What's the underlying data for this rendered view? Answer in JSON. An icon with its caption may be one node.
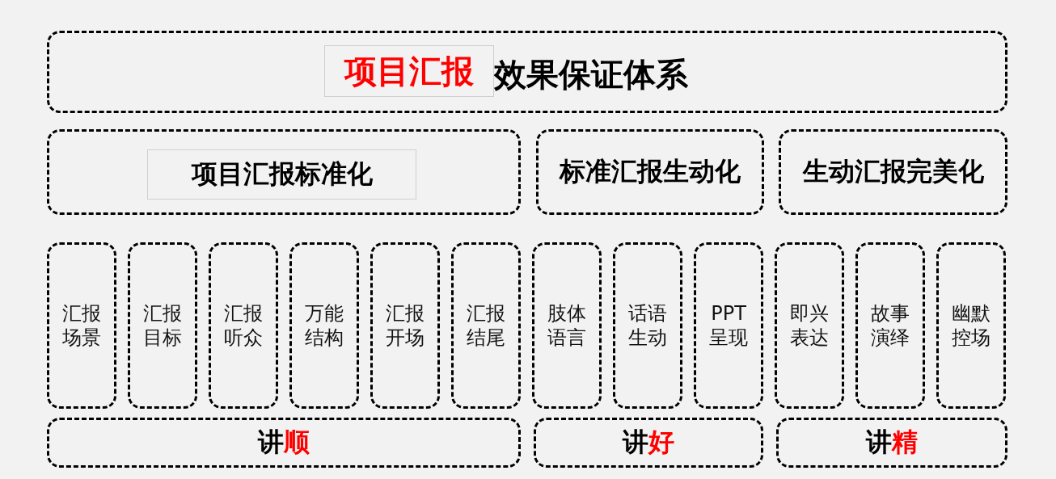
{
  "diagram": {
    "nodes": [
      {
        "text": [
          "效果保证体系"
        ]
      },
      {
        "text": [
          "项目汇报"
        ],
        "in": 0
      },
      {
        "text": [],
        "shape": "box"
      },
      {
        "text": [
          "项目汇报标准化"
        ],
        "in": 2
      },
      {
        "text": [
          "标准汇报生动化"
        ]
      },
      {
        "text": [
          "生动汇报完美化"
        ]
      },
      {
        "text": [
          "汇报场景"
        ]
      },
      {
        "text": [
          "汇报目标"
        ]
      },
      {
        "text": [
          "汇报听众"
        ]
      },
      {
        "text": [
          "万能结构"
        ]
      },
      {
        "text": [
          "汇报开场"
        ]
      },
      {
        "text": [
          "汇报结尾"
        ]
      },
      {
        "text": [
          "肢体语言"
        ]
      },
      {
        "text": [
          "话语生动"
        ]
      },
      {
        "text": [
          "PPT呈现"
        ]
      },
      {
        "text": [
          "即兴表达"
        ]
      },
      {
        "text": [
          "故事演绎"
        ]
      },
      {
        "text": [
          "幽默控场"
        ]
      },
      {
        "text": [
          "讲**顺**"
        ]
      },
      {
        "text": [
          "讲**好**"
        ]
      },
      {
        "text": [
          "讲**精**"
        ]
      }
    ]
  }
}
